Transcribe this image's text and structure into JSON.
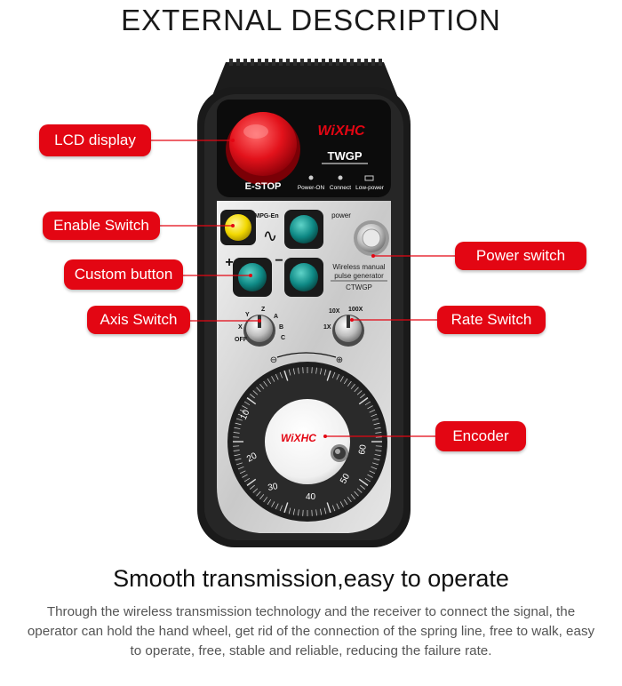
{
  "title": "EXTERNAL DESCRIPTION",
  "labels": {
    "lcd_display": "LCD display",
    "enable_switch": "Enable Switch",
    "custom_button": "Custom button",
    "axis_switch": "Axis Switch",
    "power_switch": "Power switch",
    "rate_switch": "Rate Switch",
    "encoder": "Encoder"
  },
  "device": {
    "estop_label": "E-STOP",
    "brand_logo": "WiXHC",
    "model": "TWGP",
    "indicators": [
      "Power-ON",
      "Connect",
      "Low-power"
    ],
    "mpg_en": "MPG-En",
    "power_text": "power",
    "tilde": "∿",
    "plus": "+",
    "minus": "−",
    "product_line1": "Wireless manual",
    "product_line2": "pulse generator",
    "product_code": "CTWGP",
    "axis_positions": [
      "OFF",
      "X",
      "Y",
      "Z",
      "A",
      "B",
      "C"
    ],
    "rate_positions": [
      "1X",
      "10X",
      "100X"
    ],
    "wheel_minus": "⊖",
    "wheel_plus": "⊕",
    "dial_numbers": [
      "10",
      "20",
      "30",
      "40",
      "50",
      "60"
    ]
  },
  "headline": "Smooth transmission,easy to operate",
  "description": "Through the wireless transmission technology and the receiver to connect the signal, the operator can hold the hand wheel, get rid of the connection of the spring line, free to walk, easy to operate, free, stable and reliable, reducing the failure rate."
}
